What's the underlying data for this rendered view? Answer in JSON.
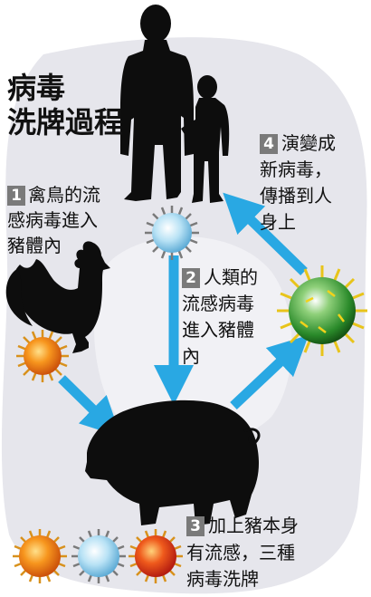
{
  "title": {
    "line1": "病毒",
    "line2": "洗牌過程"
  },
  "steps": [
    {
      "number": "1",
      "lines": [
        "禽鳥的流",
        "感病毒進入",
        "豬體內"
      ]
    },
    {
      "number": "2",
      "lines": [
        "人類的",
        "流感病毒",
        "進入豬體",
        "內"
      ]
    },
    {
      "number": "3",
      "lines": [
        "加上豬本身",
        "有流感，三種",
        "病毒洗牌"
      ]
    },
    {
      "number": "4",
      "lines": [
        "演變成",
        "新病毒，",
        "傳播到人",
        "身上"
      ]
    }
  ],
  "colors": {
    "arrow": "#29a8e3",
    "silhouette": "#0d0d0d",
    "badge": "#7a7a7a",
    "virus_bird": "#f07a1e",
    "virus_human": "#9fd3ee",
    "virus_pig": "#e2301e",
    "virus_new": "#2f8f2a"
  },
  "icons": [
    "man-silhouette",
    "child-silhouette",
    "rooster-silhouette",
    "pig-silhouette",
    "virus-icon"
  ]
}
